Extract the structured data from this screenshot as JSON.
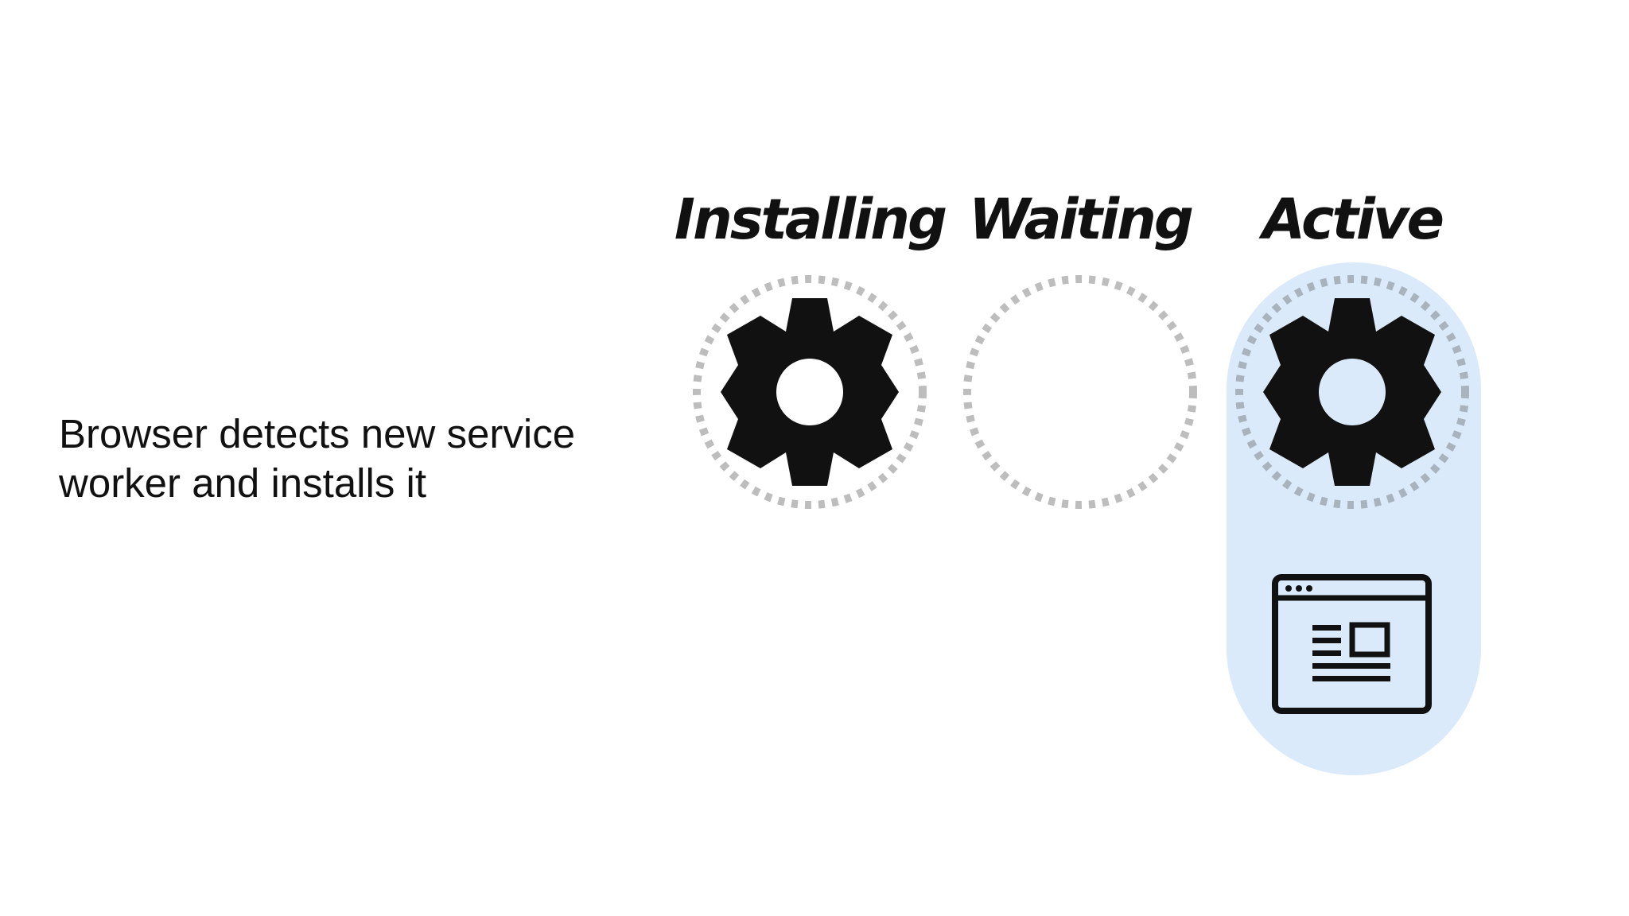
{
  "caption": {
    "line1": "Browser detects new service",
    "line2": "worker and installs it"
  },
  "stages": [
    {
      "label": "Installing",
      "icon": "gear-icon",
      "filled": true
    },
    {
      "label": "Waiting",
      "icon": "",
      "filled": false
    },
    {
      "label": "Active",
      "icon": "gear-icon",
      "filled": true,
      "highlighted": true
    }
  ],
  "active_panel": {
    "icon": "browser-window-icon"
  },
  "colors": {
    "text": "#111111",
    "gear": "#111111",
    "dotted_ring": "#bdbdbd",
    "active_highlight": "#dbeafb",
    "background": "#ffffff"
  }
}
